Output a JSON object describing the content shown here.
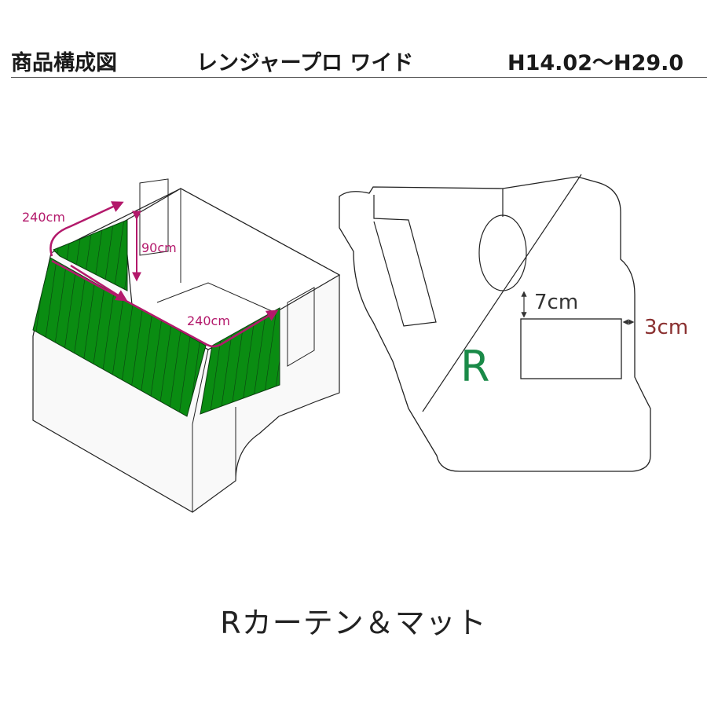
{
  "header": {
    "label": "商品構成図",
    "product": "レンジャープロ ワイド",
    "years": "H14.02〜H29.0"
  },
  "cab_diagram": {
    "dim_top_width": "240cm",
    "dim_height": "90cm",
    "dim_side_width": "240cm",
    "curtain_color": "#0a8c12",
    "dimension_color": "#b3196b"
  },
  "mat_diagram": {
    "side_letter": "R",
    "side_letter_color": "#1a8a48",
    "dim_gap": "7cm",
    "dim_edge": "3cm",
    "dimension_text_color": "#8a3030"
  },
  "caption": "Rカーテン＆マット"
}
